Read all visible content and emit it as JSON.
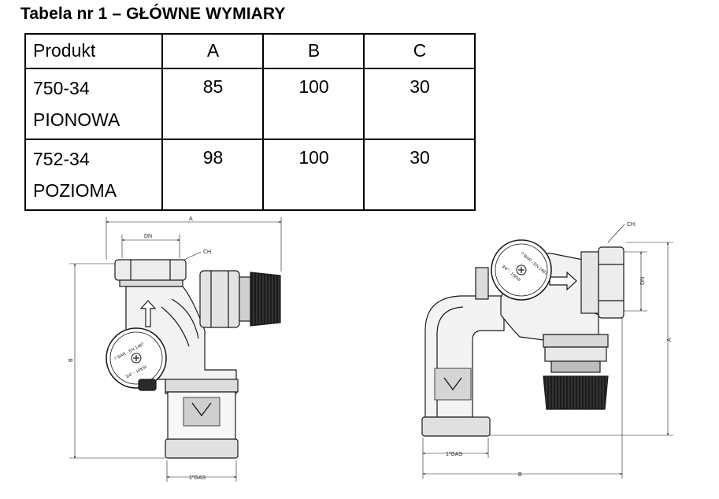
{
  "title": "Tabela nr 1 – GŁÓWNE WYMIARY",
  "table": {
    "headers": [
      "Produkt",
      "A",
      "B",
      "C"
    ],
    "rows": [
      {
        "product_code": "750-34",
        "product_type": "PIONOWA",
        "a": "85",
        "b": "100",
        "c": "30"
      },
      {
        "product_code": "752-34",
        "product_type": "POZIOMA",
        "a": "98",
        "b": "100",
        "c": "30"
      }
    ]
  },
  "drawing_left": {
    "label_a": "A",
    "label_b": "B",
    "label_dn": "DN",
    "label_ch": "CH.",
    "label_gas": "1\"GAS",
    "dial_line1": "7 BAR - EN 1487",
    "dial_line2": "3/4\" - 10KW"
  },
  "drawing_right": {
    "label_a": "A",
    "label_b": "B",
    "label_dn": "DN",
    "label_ch": "CH.",
    "label_gas": "1\"GAS",
    "dial_line1": "7 BAR - EN 1487",
    "dial_line2": "3/4\" - 10KW"
  },
  "colors": {
    "line": "#1a1a1a",
    "shade": "#cfcfcf",
    "dark": "#2a2a2a"
  }
}
